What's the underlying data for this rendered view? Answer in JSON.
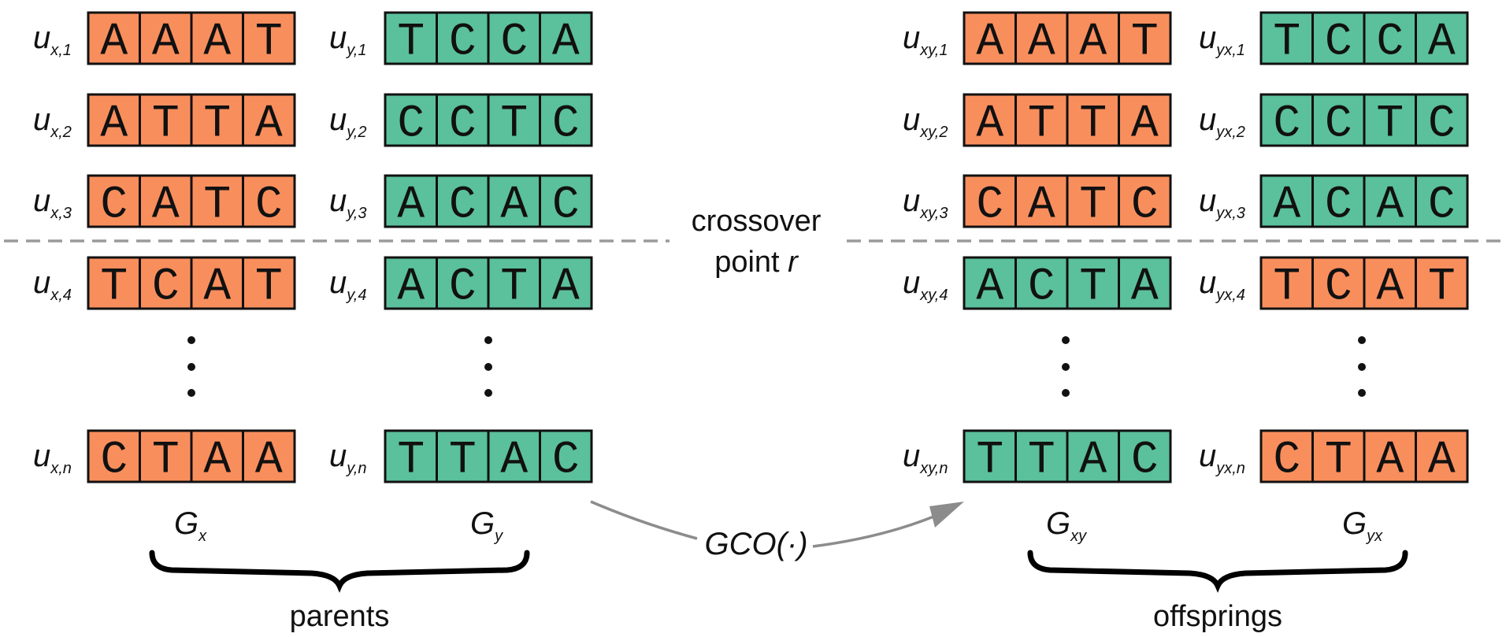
{
  "colors": {
    "orange": "#f98e5d",
    "green": "#5bc09c",
    "stroke": "#111111",
    "divider": "#9a9a9a",
    "arrow": "#8c8c8c"
  },
  "parents": {
    "columns": [
      {
        "color": "orange",
        "group_main": "G",
        "group_sub": "x",
        "rows": [
          {
            "label_main": "u",
            "label_sub": "x,1",
            "seq": [
              "A",
              "A",
              "A",
              "T"
            ]
          },
          {
            "label_main": "u",
            "label_sub": "x,2",
            "seq": [
              "A",
              "T",
              "T",
              "A"
            ]
          },
          {
            "label_main": "u",
            "label_sub": "x,3",
            "seq": [
              "C",
              "A",
              "T",
              "C"
            ]
          },
          {
            "label_main": "u",
            "label_sub": "x,4",
            "seq": [
              "T",
              "C",
              "A",
              "T"
            ]
          },
          {
            "label_main": "u",
            "label_sub": "x,n",
            "seq": [
              "C",
              "T",
              "A",
              "A"
            ]
          }
        ]
      },
      {
        "color": "green",
        "group_main": "G",
        "group_sub": "y",
        "rows": [
          {
            "label_main": "u",
            "label_sub": "y,1",
            "seq": [
              "T",
              "C",
              "C",
              "A"
            ]
          },
          {
            "label_main": "u",
            "label_sub": "y,2",
            "seq": [
              "C",
              "C",
              "T",
              "C"
            ]
          },
          {
            "label_main": "u",
            "label_sub": "y,3",
            "seq": [
              "A",
              "C",
              "A",
              "C"
            ]
          },
          {
            "label_main": "u",
            "label_sub": "y,4",
            "seq": [
              "A",
              "C",
              "T",
              "A"
            ]
          },
          {
            "label_main": "u",
            "label_sub": "y,n",
            "seq": [
              "T",
              "T",
              "A",
              "C"
            ]
          }
        ]
      }
    ],
    "caption": "parents"
  },
  "offsprings": {
    "columns": [
      {
        "group_main": "G",
        "group_sub": "xy",
        "rows": [
          {
            "label_main": "u",
            "label_sub": "xy,1",
            "color": "orange",
            "seq": [
              "A",
              "A",
              "A",
              "T"
            ]
          },
          {
            "label_main": "u",
            "label_sub": "xy,2",
            "color": "orange",
            "seq": [
              "A",
              "T",
              "T",
              "A"
            ]
          },
          {
            "label_main": "u",
            "label_sub": "xy,3",
            "color": "orange",
            "seq": [
              "C",
              "A",
              "T",
              "C"
            ]
          },
          {
            "label_main": "u",
            "label_sub": "xy,4",
            "color": "green",
            "seq": [
              "A",
              "C",
              "T",
              "A"
            ]
          },
          {
            "label_main": "u",
            "label_sub": "xy,n",
            "color": "green",
            "seq": [
              "T",
              "T",
              "A",
              "C"
            ]
          }
        ]
      },
      {
        "group_main": "G",
        "group_sub": "yx",
        "rows": [
          {
            "label_main": "u",
            "label_sub": "yx,1",
            "color": "green",
            "seq": [
              "T",
              "C",
              "C",
              "A"
            ]
          },
          {
            "label_main": "u",
            "label_sub": "yx,2",
            "color": "green",
            "seq": [
              "C",
              "C",
              "T",
              "C"
            ]
          },
          {
            "label_main": "u",
            "label_sub": "yx,3",
            "color": "green",
            "seq": [
              "A",
              "C",
              "A",
              "C"
            ]
          },
          {
            "label_main": "u",
            "label_sub": "yx,4",
            "color": "orange",
            "seq": [
              "T",
              "C",
              "A",
              "T"
            ]
          },
          {
            "label_main": "u",
            "label_sub": "yx,n",
            "color": "orange",
            "seq": [
              "C",
              "T",
              "A",
              "A"
            ]
          }
        ]
      }
    ],
    "caption": "offsprings"
  },
  "crossover": {
    "line1": "crossover",
    "line2_text": "point",
    "line2_var": "r"
  },
  "operator": {
    "label": "GCO(·)"
  },
  "ellipsis": "⋮"
}
